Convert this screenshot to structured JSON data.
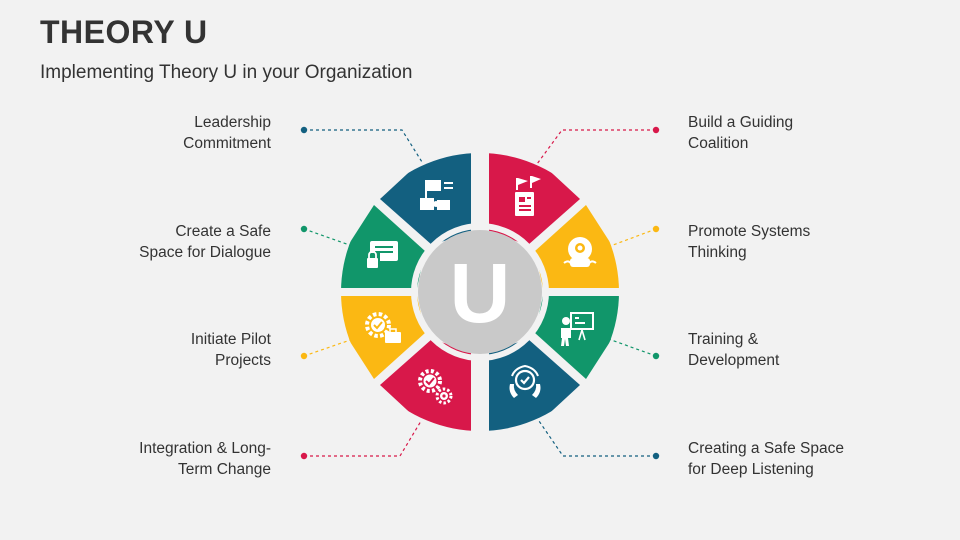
{
  "header": {
    "title": "THEORY U",
    "subtitle": "Implementing Theory U in your Organization"
  },
  "center": {
    "letter": "U"
  },
  "colors": {
    "navy": "#136080",
    "red": "#d8184a",
    "yellow": "#fbb813",
    "green": "#11966a",
    "ring": "#c9c9c9",
    "background": "#f2f2f2"
  },
  "segments": [
    {
      "id": "leadership",
      "color": "#136080",
      "icon": "flag-puzzle-icon",
      "label": [
        "Leadership",
        "Commitment"
      ]
    },
    {
      "id": "coalition",
      "color": "#d8184a",
      "icon": "flag-document-icon",
      "label": [
        "Build a Guiding",
        "Coalition"
      ]
    },
    {
      "id": "safe-space-dialogue",
      "color": "#11966a",
      "icon": "chat-lock-icon",
      "label": [
        "Create a Safe",
        "Space for Dialogue"
      ]
    },
    {
      "id": "systems-thinking",
      "color": "#fbb813",
      "icon": "bulb-head-icon",
      "label": [
        "Promote Systems",
        "Thinking"
      ]
    },
    {
      "id": "pilot-projects",
      "color": "#fbb813",
      "icon": "gear-briefcase-icon",
      "label": [
        "Initiate Pilot",
        "Projects"
      ]
    },
    {
      "id": "training",
      "color": "#11966a",
      "icon": "presenter-board-icon",
      "label": [
        "Training &",
        "Development"
      ]
    },
    {
      "id": "integration",
      "color": "#d8184a",
      "icon": "gears-icon",
      "label": [
        "Integration & Long-",
        "Term Change"
      ]
    },
    {
      "id": "deep-listening",
      "color": "#136080",
      "icon": "hands-check-icon",
      "label": [
        "Creating a Safe Space",
        "for Deep Listening"
      ]
    }
  ]
}
